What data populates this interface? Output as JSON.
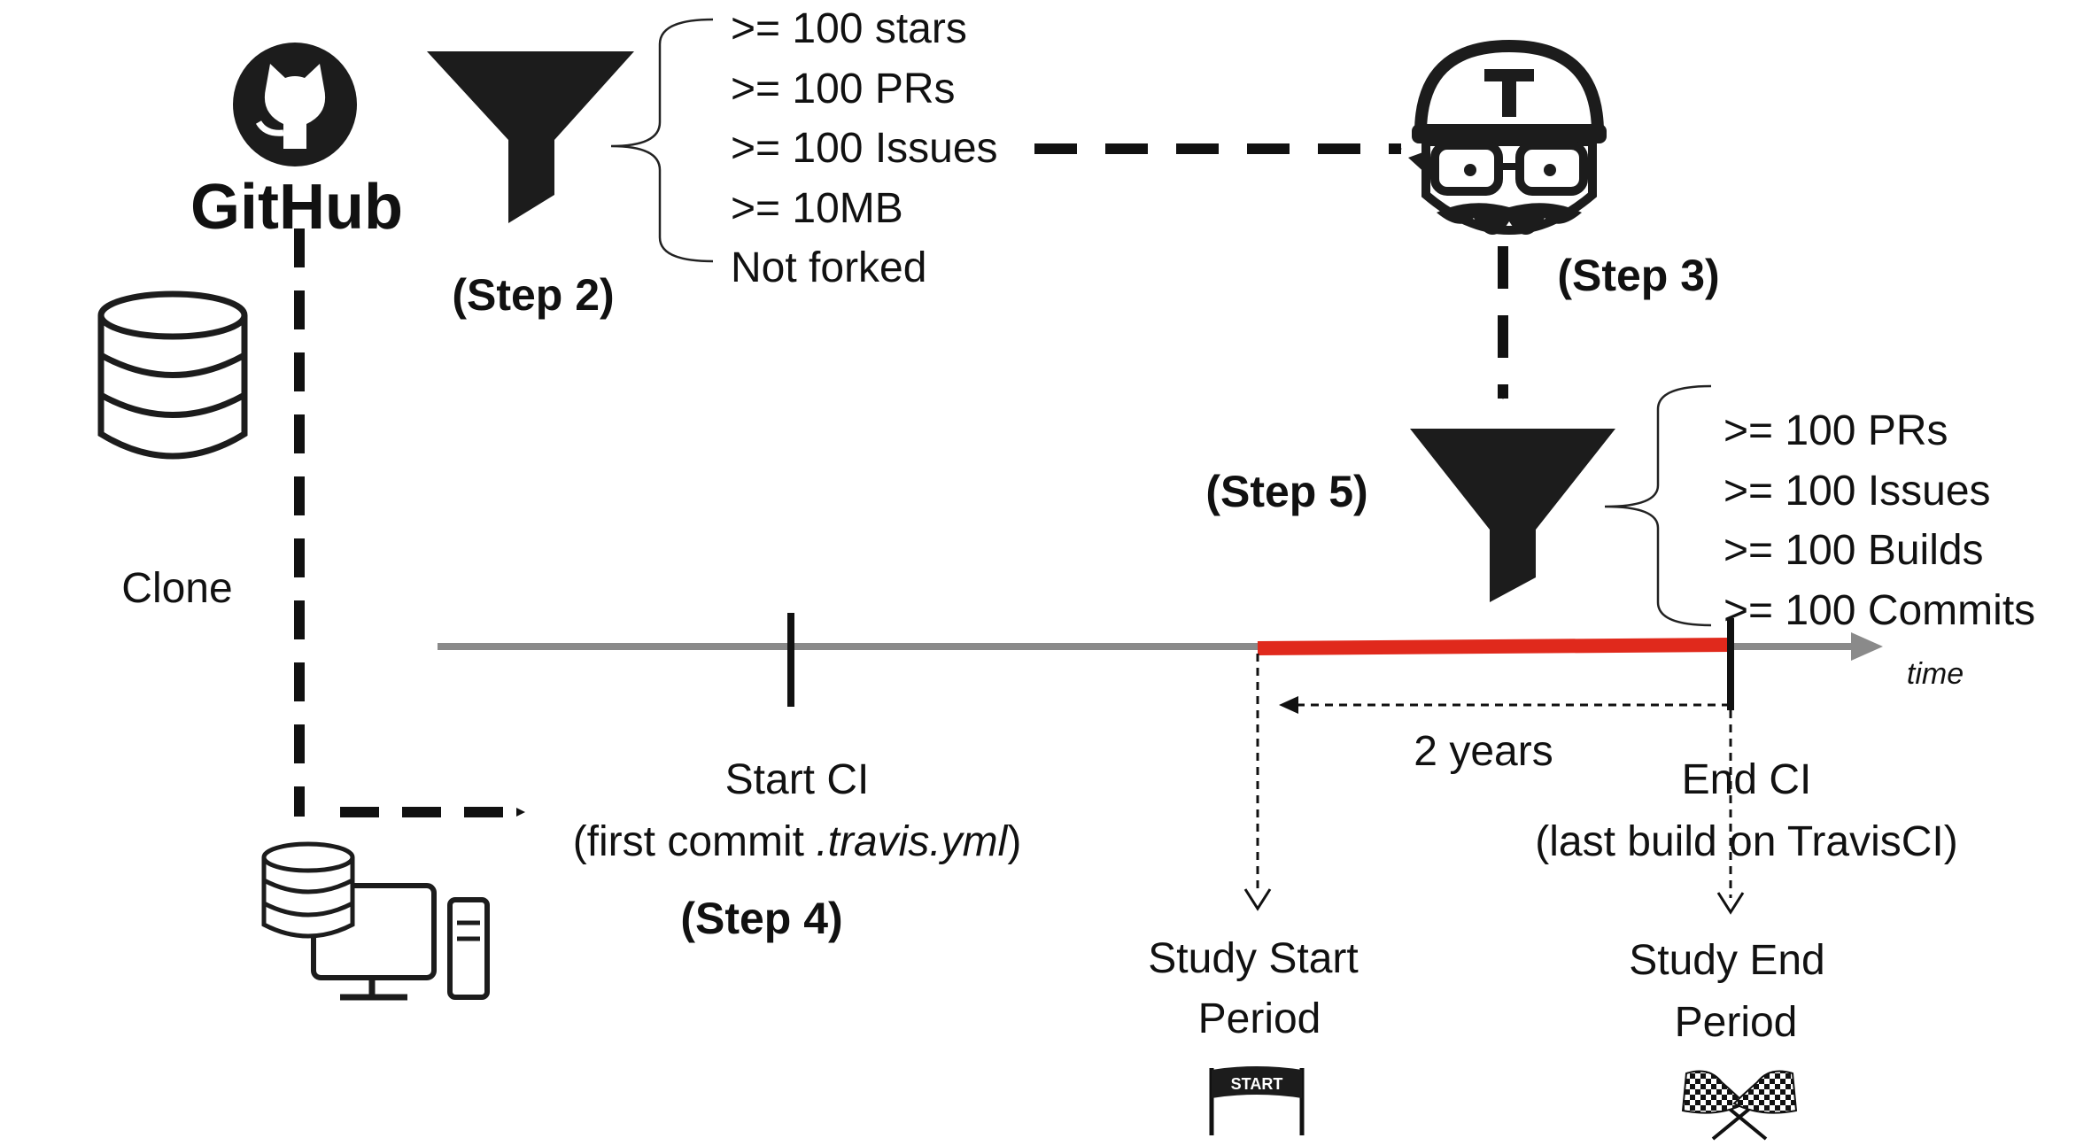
{
  "logos": {
    "github_text": "GitHub",
    "start_flag_text": "START"
  },
  "steps": {
    "step2": "(Step 2)",
    "step3": "(Step 3)",
    "step4": "(Step 4)",
    "step5": "(Step 5)"
  },
  "filter1": [
    ">= 100 stars",
    ">= 100 PRs",
    ">= 100 Issues",
    ">= 10MB",
    "Not forked"
  ],
  "filter2": [
    ">= 100 PRs",
    ">= 100 Issues",
    ">= 100 Builds",
    ">= 100 Commits"
  ],
  "clone_label": "Clone",
  "timeline": {
    "axis_label": "time",
    "start_ci": "Start CI",
    "start_ci_detail_prefix": "(first commit ",
    "start_ci_detail_file": ".travis.yml",
    "start_ci_detail_suffix": ")",
    "end_ci": "End CI",
    "end_ci_detail": "(last build on TravisCI)",
    "duration": "2 years",
    "study_start_line1": "Study Start",
    "study_start_line2": "Period",
    "study_end_line1": "Study End",
    "study_end_line2": "Period"
  },
  "colors": {
    "dark": "#1c1c1c",
    "axis": "#8a8a8a",
    "study_period": "#e0291c"
  }
}
